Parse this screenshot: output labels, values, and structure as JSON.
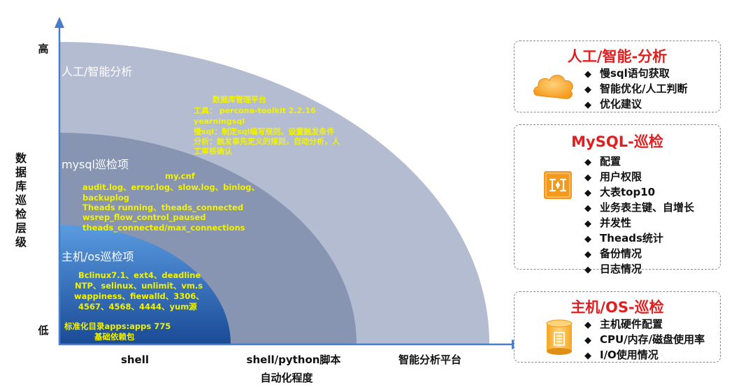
{
  "axes": {
    "y_top": "高",
    "y_bottom": "低",
    "y_title": "数据库巡检层级",
    "x_ticks": [
      "shell",
      "shell/python脚本",
      "智能分析平台"
    ],
    "x_title": "自动化程度"
  },
  "arcs": {
    "outer": {
      "label": "人工/智能分析",
      "lines": [
        "数据库管理平台",
        "工具： percona-toolkit 2.2.16",
        "yearningsql",
        "慢sql：制定sql编写规则、设置触发条件",
        "分析：触发事先定义的规则，自动分析，人",
        "工审核确认"
      ]
    },
    "middle": {
      "label": "mysql巡检项",
      "lines": [
        "my.cnf",
        "audit.log、error.log、slow.log、binlog、",
        "backuplog",
        "Theads running、theads_connected",
        "wsrep_flow_control_paused",
        "theads_connected/max_connections"
      ]
    },
    "inner": {
      "label": "主机/os巡检项",
      "lines": [
        "Bclinux7.1、ext4、deadline",
        "NTP、selinux、unlimit、vm.s",
        "wappiness、fiewalld、3306、",
        "4567、4568、4444、yum源",
        "标准化目录apps:apps 775",
        "基础依赖包"
      ]
    }
  },
  "panels": [
    {
      "title": "人工/智能-分析",
      "icon": "cloud-icon",
      "items": [
        "慢sql语句获取",
        "智能优化/人工判断",
        "优化建议"
      ]
    },
    {
      "title": "MySQL-巡检",
      "icon": "hub-icon",
      "items": [
        "配置",
        "用户权限",
        "大表top10",
        "业务表主键、自增长",
        "并发性",
        "Theads统计",
        "备份情况",
        "日志情况"
      ]
    },
    {
      "title": "主机/OS-巡检",
      "icon": "database-icon",
      "items": [
        "主机硬件配置",
        "CPU/内存/磁盘使用率",
        "I/O使用情况"
      ]
    }
  ],
  "bullet": "◆",
  "colors": {
    "outer_arc": "#b4bcd2",
    "middle_arc": "#8794b2",
    "inner_arc_top": "#4f8fd6",
    "inner_arc_bottom": "#1c4f9a",
    "arc_text": "#f3f300",
    "panel_title": "#e02020",
    "axis": "#4a7dc8"
  }
}
